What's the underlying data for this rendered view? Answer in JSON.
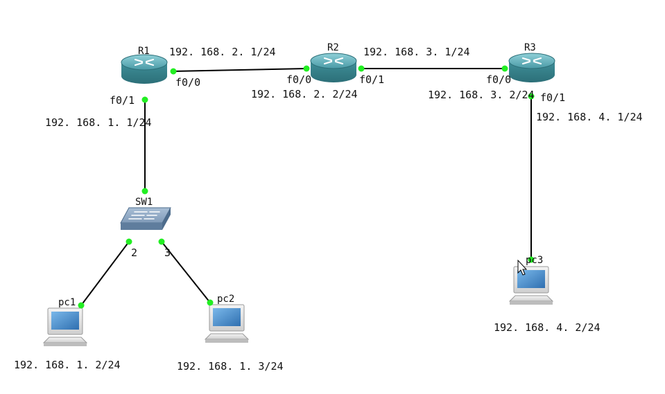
{
  "devices": {
    "r1": {
      "name": "R1"
    },
    "r2": {
      "name": "R2"
    },
    "r3": {
      "name": "R3"
    },
    "sw1": {
      "name": "SW1"
    },
    "pc1": {
      "name": "pc1"
    },
    "pc2": {
      "name": "pc2"
    },
    "pc3": {
      "name": "pc3"
    }
  },
  "interfaces": {
    "r1_f00": "f0/0",
    "r1_f01": "f0/1",
    "r2_f00": "f0/0",
    "r2_f01": "f0/1",
    "r3_f00": "f0/0",
    "r3_f01": "f0/1",
    "sw1_p2": "2",
    "sw1_p3": "3"
  },
  "addresses": {
    "r1_f00": "192. 168. 2. 1/24",
    "r1_f01": "192. 168. 1. 1/24",
    "r2_f00": "192. 168. 2. 2/24",
    "r2_f01": "192. 168. 3. 1/24",
    "r3_f00": "192. 168. 3. 2/24",
    "r3_f01": "192. 168. 4. 1/24",
    "pc1": "192. 168. 1. 2/24",
    "pc2": "192. 168. 1. 3/24",
    "pc3": "192. 168. 4. 2/24"
  },
  "colors": {
    "link": "#000000",
    "port_up": "#22ee22",
    "router": "#3f8f99",
    "switch": "#6f8fb0",
    "pc_screen": "#3a7fc0"
  }
}
